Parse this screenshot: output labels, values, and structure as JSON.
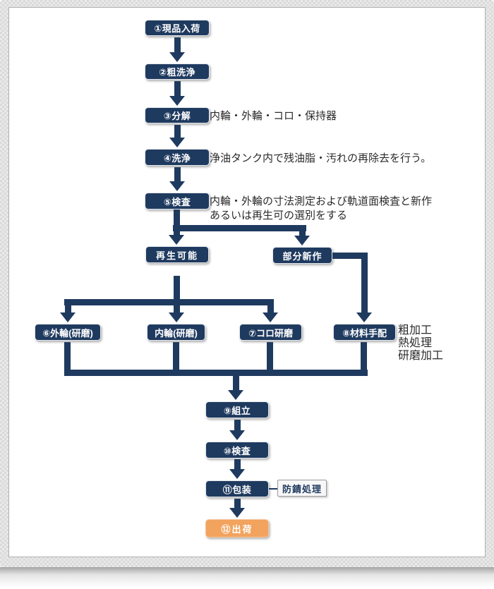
{
  "boxes": {
    "b1": {
      "label": "①現品入荷"
    },
    "b2": {
      "label": "②粗洗浄"
    },
    "b3": {
      "label": "③分解"
    },
    "b4": {
      "label": "④洗浄"
    },
    "b5": {
      "label": "⑤検査"
    },
    "saisei": {
      "label": "再生可能"
    },
    "bubun": {
      "label": "部分新作"
    },
    "b6": {
      "label": "⑥外輪(研磨)"
    },
    "inner": {
      "label": "内輪(研磨)"
    },
    "b7": {
      "label": "⑦コロ研磨"
    },
    "b8": {
      "label": "⑧材料手配"
    },
    "b9": {
      "label": "⑨組立"
    },
    "b10": {
      "label": "⑩検査"
    },
    "b11": {
      "label": "⑪包装"
    },
    "bosei": {
      "label": "防錆処理"
    },
    "b12": {
      "label": "⑫出荷"
    }
  },
  "notes": {
    "disassembly": "内輪・外輪・コロ・保持器",
    "washing": "浄油タンク内で残油脂・汚れの再除去を行う。",
    "inspection": [
      "内輪・外輪の寸法測定および軌道面検査と新作",
      "あるいは再生可の選別をする"
    ],
    "material": [
      "粗加工",
      "熱処理",
      "研磨加工"
    ]
  },
  "colors": {
    "navy": "#1f3a5f",
    "orange": "#f2a35e",
    "note_text": "#2b2b2b",
    "side_box_bg": "#f7f7f7",
    "side_box_border": "#9a9a9a"
  }
}
